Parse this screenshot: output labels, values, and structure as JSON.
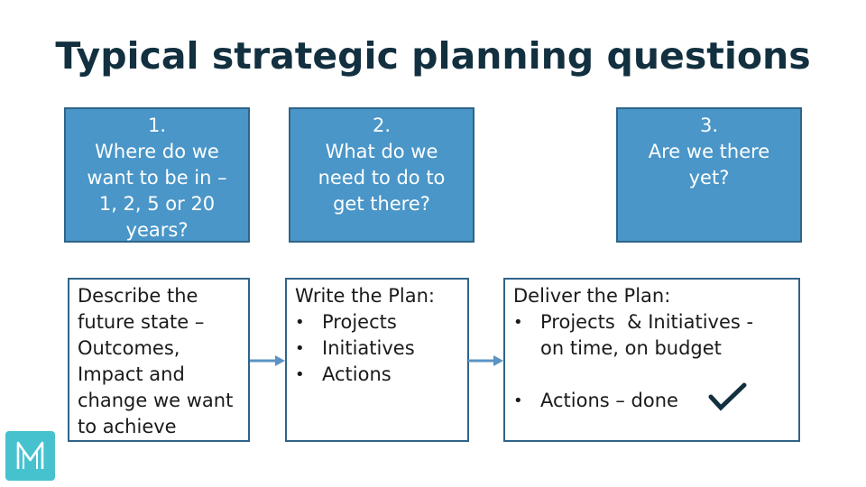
{
  "title": "Typical strategic planning questions",
  "questions": [
    {
      "lines": [
        "1.",
        "Where do we",
        "want to be in –",
        "1, 2, 5 or 20",
        "years?"
      ]
    },
    {
      "lines": [
        "2.",
        "What do we",
        "need to do to",
        "get there?"
      ]
    },
    {
      "lines": [
        "3.",
        "Are we there",
        "yet?"
      ]
    }
  ],
  "describe": {
    "lines": [
      "Describe the",
      "future state –",
      "Outcomes,",
      "Impact and",
      "change we want",
      "to achieve"
    ]
  },
  "write": {
    "heading": "Write the Plan:",
    "bullets": [
      "Projects",
      "Initiatives",
      "Actions"
    ]
  },
  "deliver": {
    "heading": "Deliver the Plan:",
    "bullet1_line1": "Projects  & Initiatives -",
    "bullet1_line2": "on time, on budget",
    "bullet2": "Actions – done"
  },
  "icons": {
    "checkmark": "checkmark-icon",
    "logo": "m-logo-icon"
  },
  "colors": {
    "title": "#12303f",
    "question_box": "#4a96c8",
    "border": "#2f6488",
    "arrow": "#5a93c4",
    "logo": "#46c2cf"
  }
}
